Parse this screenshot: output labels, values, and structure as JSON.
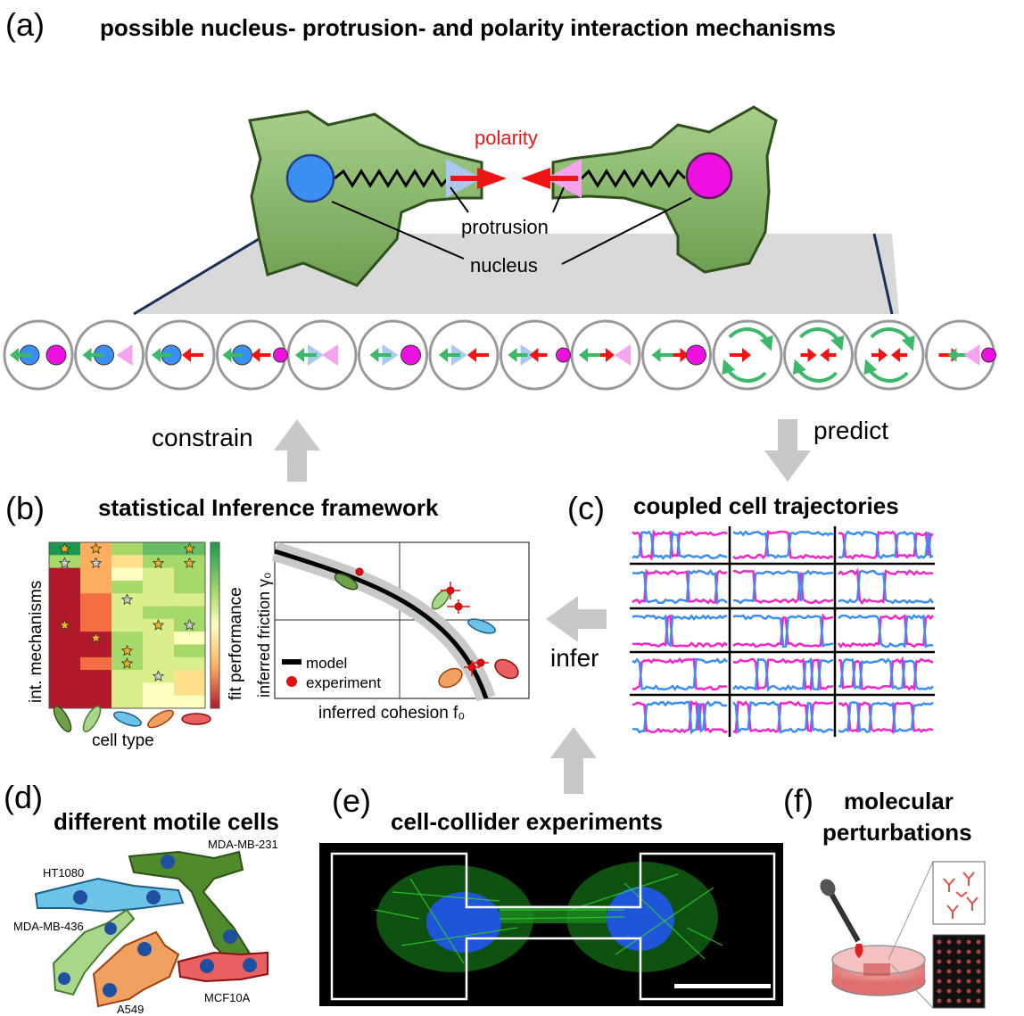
{
  "panel_a": {
    "letter": "(a)",
    "title": "possible nucleus- protrusion- and polarity interaction mechanisms",
    "label_polarity": "polarity",
    "label_protrusion": "protrusion",
    "label_nucleus": "nucleus",
    "colors": {
      "cell_fill": "#8cb86e",
      "cell_stroke": "#3a5e22",
      "nucleus_left": "#3a8ff0",
      "nucleus_right": "#ee10e0",
      "polarity": "#f01515",
      "protrusion_left": "#a9c9f2",
      "protrusion_right": "#f4a4ee"
    }
  },
  "arrows": {
    "constrain": "constrain",
    "predict": "predict",
    "infer": "infer"
  },
  "panel_b": {
    "letter": "(b)",
    "title": "statistical Inference framework",
    "heatmap_ylabel": "int. mechanisms",
    "heatmap_xlabel": "cell type",
    "colorbar_label": "fit performance",
    "scatter_xlabel": "inferred cohesion f₀",
    "scatter_ylabel": "inferred friction γ₀",
    "legend_model": "model",
    "legend_experiment": "experiment"
  },
  "panel_c": {
    "letter": "(c)",
    "title": "coupled cell trajectories",
    "colors": {
      "a": "#f028c8",
      "b": "#3c8ef0"
    }
  },
  "panel_d": {
    "letter": "(d)",
    "title": "different motile cells",
    "cells": [
      "MDA-MB-231",
      "HT1080",
      "MDA-MB-436",
      "A549",
      "MCF10A"
    ]
  },
  "panel_e": {
    "letter": "(e)",
    "title": "cell-collider experiments"
  },
  "panel_f": {
    "letter": "(f)",
    "title_line1": "molecular",
    "title_line2": "perturbations"
  }
}
